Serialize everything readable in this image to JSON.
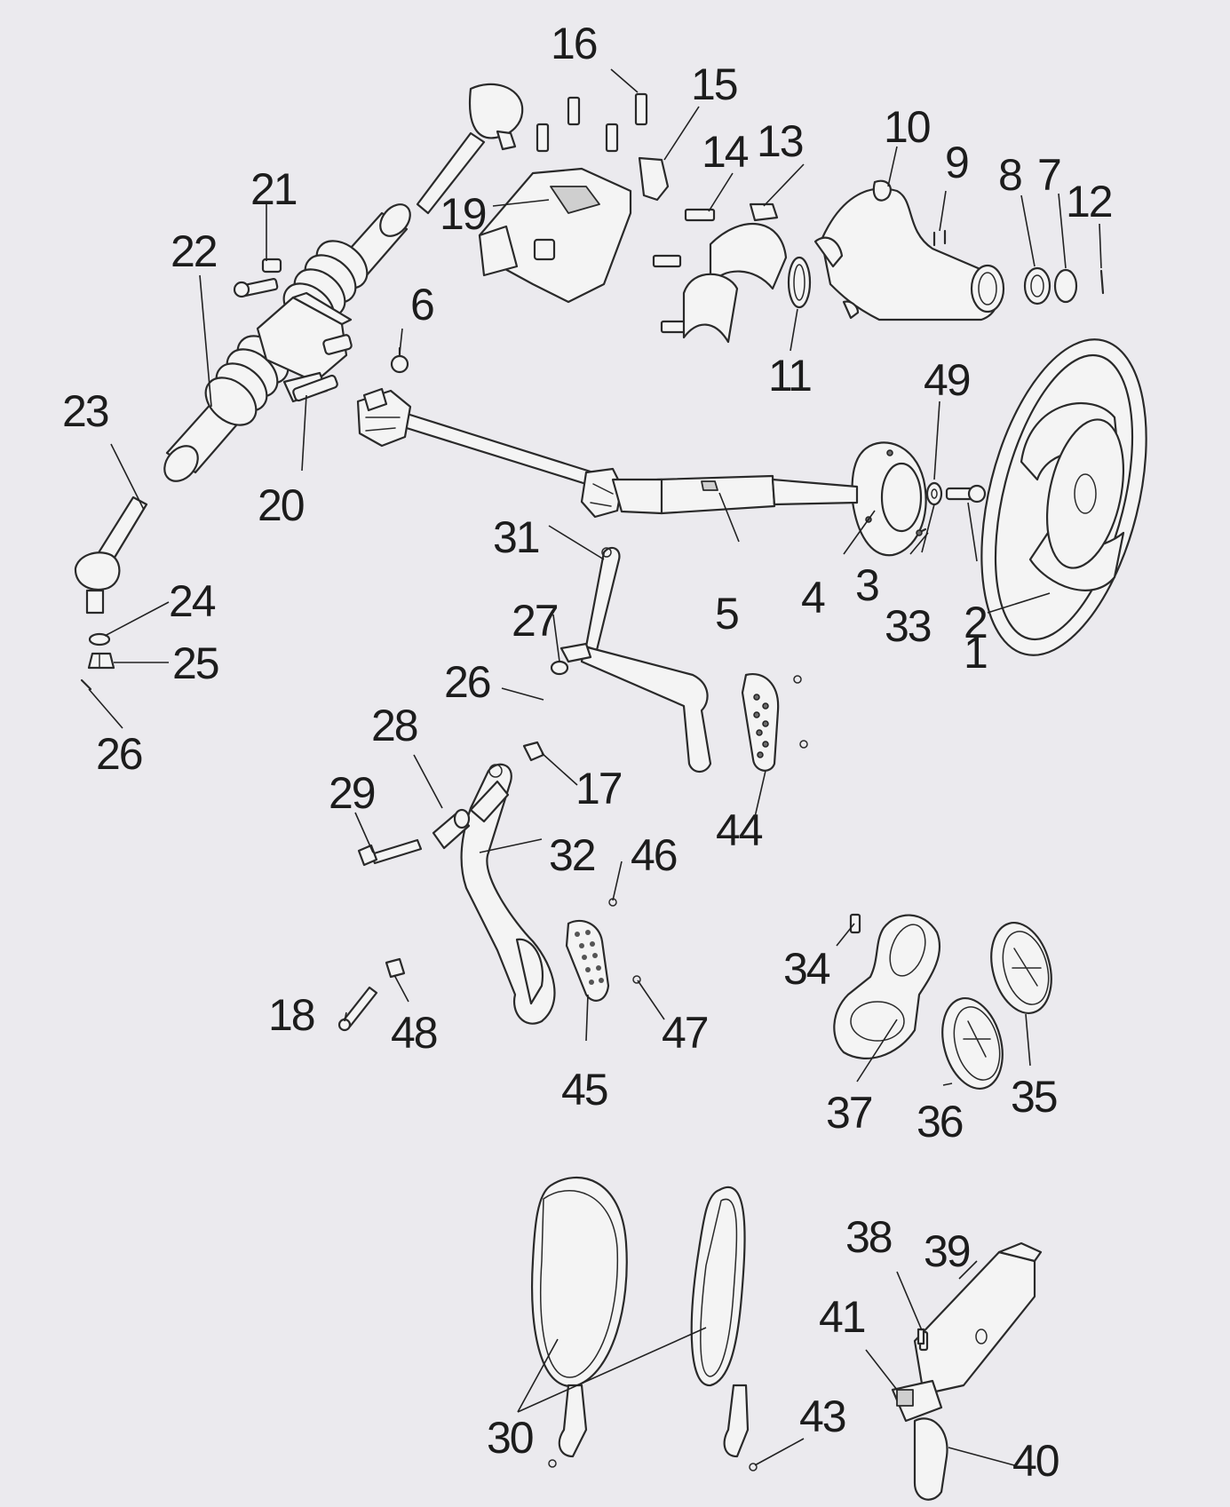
{
  "diagram": {
    "callouts": [
      {
        "id": "c1",
        "text": "1"
      },
      {
        "id": "c2",
        "text": "2"
      },
      {
        "id": "c3",
        "text": "3"
      },
      {
        "id": "c4",
        "text": "4"
      },
      {
        "id": "c5",
        "text": "5"
      },
      {
        "id": "c6",
        "text": "6"
      },
      {
        "id": "c7",
        "text": "7"
      },
      {
        "id": "c8",
        "text": "8"
      },
      {
        "id": "c9",
        "text": "9"
      },
      {
        "id": "c10",
        "text": "10"
      },
      {
        "id": "c11",
        "text": "11"
      },
      {
        "id": "c12",
        "text": "12"
      },
      {
        "id": "c13",
        "text": "13"
      },
      {
        "id": "c14",
        "text": "14"
      },
      {
        "id": "c15",
        "text": "15"
      },
      {
        "id": "c16",
        "text": "16"
      },
      {
        "id": "c17",
        "text": "17"
      },
      {
        "id": "c18",
        "text": "18"
      },
      {
        "id": "c19",
        "text": "19"
      },
      {
        "id": "c20",
        "text": "20"
      },
      {
        "id": "c21",
        "text": "21"
      },
      {
        "id": "c22",
        "text": "22"
      },
      {
        "id": "c23",
        "text": "23"
      },
      {
        "id": "c24",
        "text": "24"
      },
      {
        "id": "c25",
        "text": "25"
      },
      {
        "id": "c26a",
        "text": "26"
      },
      {
        "id": "c26b",
        "text": "26"
      },
      {
        "id": "c27",
        "text": "27"
      },
      {
        "id": "c28",
        "text": "28"
      },
      {
        "id": "c29",
        "text": "29"
      },
      {
        "id": "c30",
        "text": "30"
      },
      {
        "id": "c31",
        "text": "31"
      },
      {
        "id": "c32",
        "text": "32"
      },
      {
        "id": "c33",
        "text": "33"
      },
      {
        "id": "c34",
        "text": "34"
      },
      {
        "id": "c35",
        "text": "35"
      },
      {
        "id": "c36",
        "text": "36"
      },
      {
        "id": "c37",
        "text": "37"
      },
      {
        "id": "c38",
        "text": "38"
      },
      {
        "id": "c39",
        "text": "39"
      },
      {
        "id": "c40",
        "text": "40"
      },
      {
        "id": "c41",
        "text": "41"
      },
      {
        "id": "c43",
        "text": "43"
      },
      {
        "id": "c44",
        "text": "44"
      },
      {
        "id": "c45",
        "text": "45"
      },
      {
        "id": "c46",
        "text": "46"
      },
      {
        "id": "c47",
        "text": "47"
      },
      {
        "id": "c48",
        "text": "48"
      },
      {
        "id": "c49",
        "text": "49"
      }
    ]
  }
}
